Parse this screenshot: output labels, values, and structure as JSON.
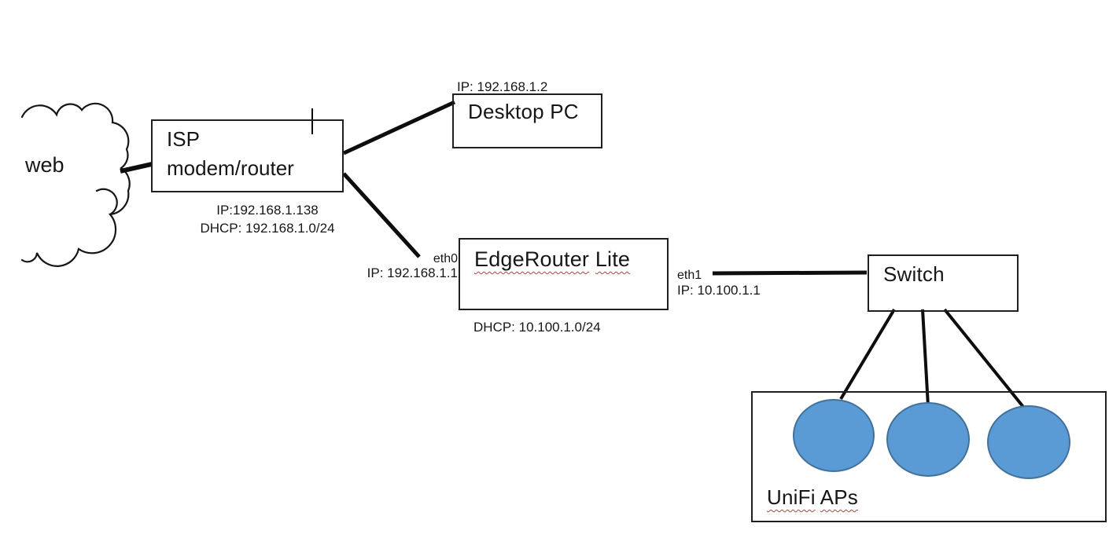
{
  "diagram": {
    "cloud": {
      "label": "web"
    },
    "isp": {
      "name_line1": "ISP",
      "name_line2": "modem/router",
      "ip_label": "IP:192.168.1.138",
      "dhcp_label": "DHCP: 192.168.1.0/24"
    },
    "desktop_pc": {
      "ip_label": "IP: 192.168.1.2",
      "name": "Desktop PC"
    },
    "edgerouter": {
      "name_words": [
        "EdgeRouter",
        "Lite"
      ],
      "eth0_label": "eth0",
      "eth0_ip_label": "IP: 192.168.1.1",
      "dhcp_label": "DHCP: 10.100.1.0/24",
      "eth1_label": "eth1",
      "eth1_ip_label": "IP: 10.100.1.1"
    },
    "switch": {
      "name": "Switch"
    },
    "unifi": {
      "name_words": [
        "UniFi",
        "APs"
      ],
      "ap_count": 3
    },
    "colors": {
      "ap_fill": "#5b9bd5",
      "ap_border": "#41719c",
      "connector": "#0d0d0d",
      "squiggle": "#a94643"
    }
  }
}
